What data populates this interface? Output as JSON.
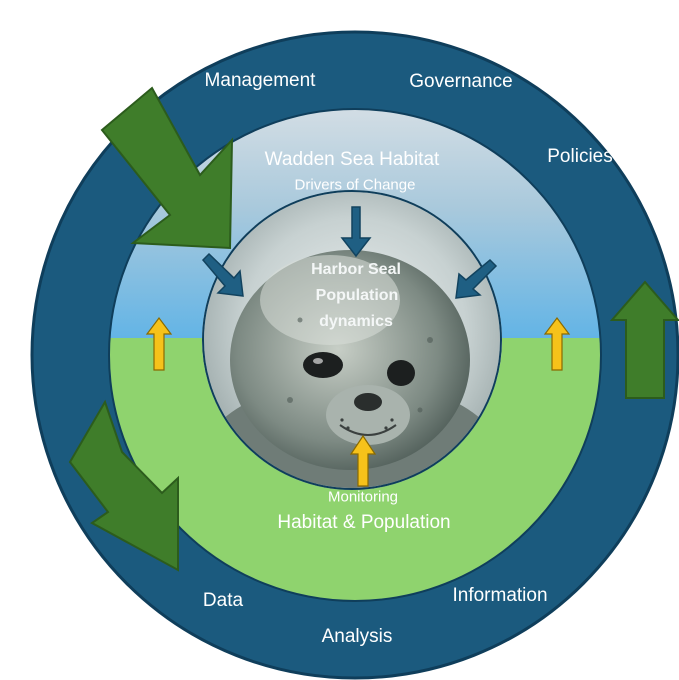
{
  "outer_ring": {
    "top_labels": [
      "Management",
      "Governance",
      "Policies"
    ],
    "bottom_labels": [
      "Data",
      "Analysis",
      "Information"
    ]
  },
  "habitat": {
    "title": "Wadden Sea Habitat",
    "subtitle": "Drivers of Change"
  },
  "center": {
    "line1": "Harbor Seal",
    "line2": "Population",
    "line3": "dynamics"
  },
  "monitoring": {
    "subtitle": "Monitoring",
    "title": "Habitat & Population"
  },
  "colors": {
    "ring": "#1b5a7e",
    "ring_edge": "#0f3e5b",
    "sky_top": "#c8d7e0",
    "sky_bottom": "#6ab7e6",
    "grass": "#8fd36e",
    "green_arrow": "#3f7d2a",
    "blue_arrow": "#1f5f83",
    "yellow_arrow": "#f6c21a"
  },
  "icons": [
    "green-cycle-arrow-icon",
    "blue-down-arrow-icon",
    "yellow-up-arrow-icon",
    "harbor-seal-photo"
  ]
}
